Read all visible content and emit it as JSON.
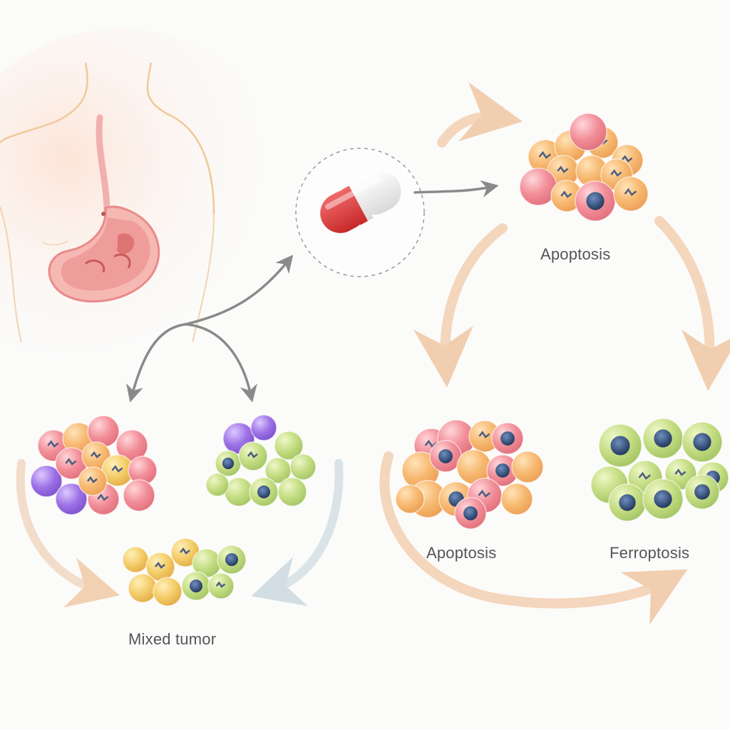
{
  "labels": {
    "apoptosis_top": "Apoptosis",
    "apoptosis_bottom": "Apoptosis",
    "ferroptosis": "Ferroptosis",
    "mixed_tumor": "Mixed tumor"
  },
  "colors": {
    "background": "#fbfbfa",
    "arrow_gray": "#8a8a8a",
    "arrow_peach": "#f2c9a6",
    "capsule_red": "#d93a3a",
    "capsule_white": "#f4f4f4",
    "cell_pink": "#f08c95",
    "cell_orange": "#f6b96f",
    "cell_green": "#bcd87a",
    "cell_purple": "#9b6ee0",
    "nucleus_blue": "#2f4d78",
    "stomach_red": "#e98a8a",
    "body_outline": "#f0c89a"
  },
  "icons": [
    "body-silhouette-icon",
    "stomach-icon",
    "capsule-icon"
  ]
}
